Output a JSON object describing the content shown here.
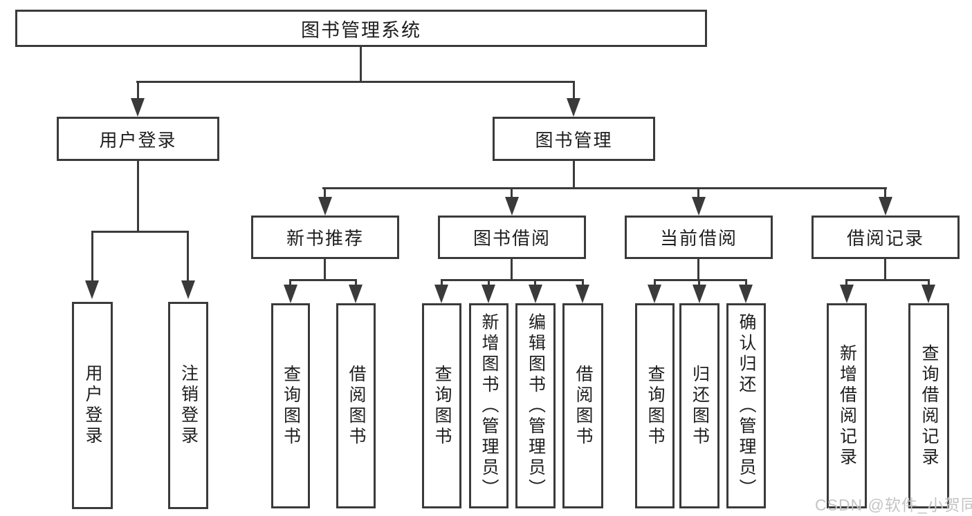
{
  "tree": {
    "root": {
      "label": "图书管理系统"
    },
    "branches": [
      {
        "label": "用户登录",
        "leaves": [
          {
            "label": "用户登录"
          },
          {
            "label": "注销登录"
          }
        ]
      },
      {
        "label": "图书管理",
        "children": [
          {
            "label": "新书推荐",
            "leaves": [
              {
                "label": "查询图书"
              },
              {
                "label": "借阅图书"
              }
            ]
          },
          {
            "label": "图书借阅",
            "leaves": [
              {
                "label": "查询图书"
              },
              {
                "label": "新增图书（管理员）"
              },
              {
                "label": "编辑图书（管理员）"
              },
              {
                "label": "借阅图书"
              }
            ]
          },
          {
            "label": "当前借阅",
            "leaves": [
              {
                "label": "查询图书"
              },
              {
                "label": "归还图书"
              },
              {
                "label": "确认归还（管理员）"
              }
            ]
          },
          {
            "label": "借阅记录",
            "leaves": [
              {
                "label": "新增借阅记录"
              },
              {
                "label": "查询借阅记录"
              }
            ]
          }
        ]
      }
    ]
  },
  "watermark": {
    "text": "CSDN @软件_小贺同学"
  },
  "colors": {
    "line": "#3a3a3a",
    "text": "#1e1e1e",
    "background": "#ffffff",
    "watermark": "#c4c4c4"
  }
}
